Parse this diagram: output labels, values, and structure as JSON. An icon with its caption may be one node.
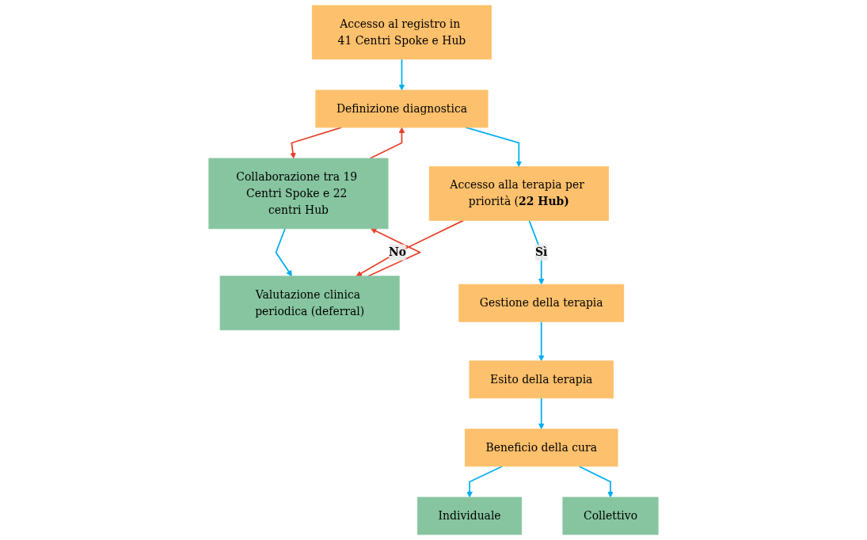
{
  "diagram": {
    "nodes": [
      {
        "text": [
          "Accesso al registro in 41 Centri Spoke e Hub"
        ]
      },
      {
        "text": [
          "Definizione diagnostica"
        ]
      },
      {
        "text": [
          "Collaborazione tra 19 Centri Spoke e 22 centri Hub"
        ]
      },
      {
        "text": [
          "Accesso alla terapia per priorità (**22 Hub)**"
        ]
      },
      {
        "text": [
          "Valutazione clinica periodica (deferral)"
        ]
      },
      {
        "text": [
          "Gestione della terapia"
        ]
      },
      {
        "text": [
          "Esito della terapia"
        ]
      },
      {
        "text": [
          "Beneficio della cura"
        ]
      },
      {
        "text": [
          "Individuale"
        ]
      },
      {
        "text": [
          "Collettivo"
        ]
      }
    ],
    "edges": [
      {
        "from": 0,
        "to": 1,
        "arrow": "to"
      },
      {
        "from": 1,
        "to": 2,
        "arrow": "to",
        "color": "#e8402a"
      },
      {
        "from": 2,
        "to": 1,
        "arrow": "to",
        "color": "#e8402a"
      },
      {
        "from": 1,
        "to": 3,
        "arrow": "to"
      },
      {
        "from": 2,
        "to": 4,
        "arrow": "to"
      },
      {
        "from": 4,
        "to": 2,
        "arrow": "to",
        "color": "#e8402a"
      },
      {
        "from": 3,
        "to": 4,
        "arrow": "to",
        "label": "No",
        "color": "#e8402a"
      },
      {
        "from": 3,
        "to": 5,
        "arrow": "to",
        "label": "Sì"
      },
      {
        "from": 5,
        "to": 6,
        "arrow": "to"
      },
      {
        "from": 6,
        "to": 7,
        "arrow": "to"
      },
      {
        "from": 7,
        "to": 8,
        "arrow": "to"
      },
      {
        "from": 7,
        "to": 9,
        "arrow": "to"
      }
    ]
  }
}
